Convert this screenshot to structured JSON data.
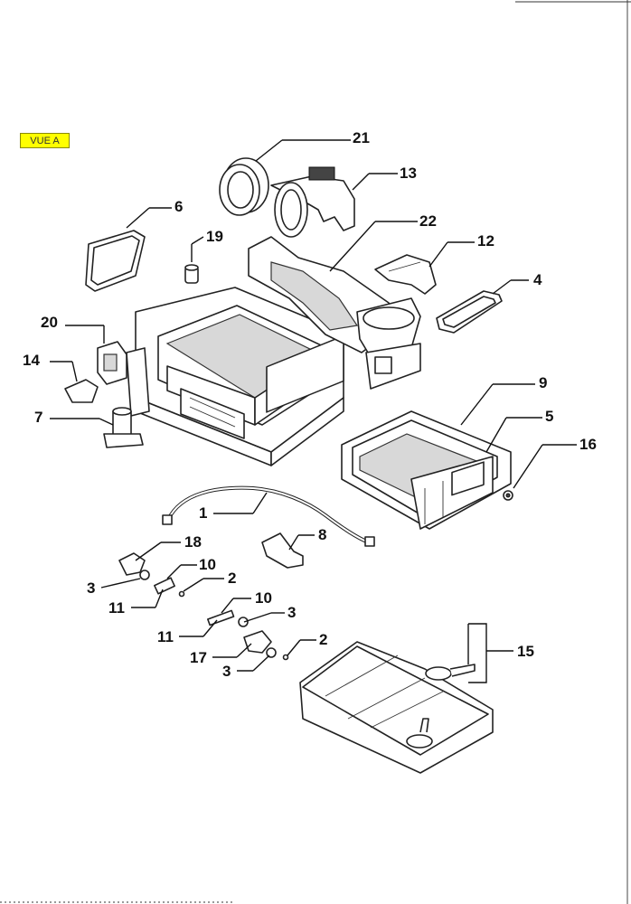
{
  "view_badge": {
    "label": "VUE A",
    "color": "#ffff00"
  },
  "callouts": [
    "21",
    "13",
    "6",
    "22",
    "19",
    "12",
    "4",
    "20",
    "14",
    "7",
    "9",
    "5",
    "16",
    "1",
    "8",
    "18",
    "10",
    "3",
    "2",
    "11",
    "10",
    "3",
    "11",
    "17",
    "3",
    "2",
    "15"
  ]
}
